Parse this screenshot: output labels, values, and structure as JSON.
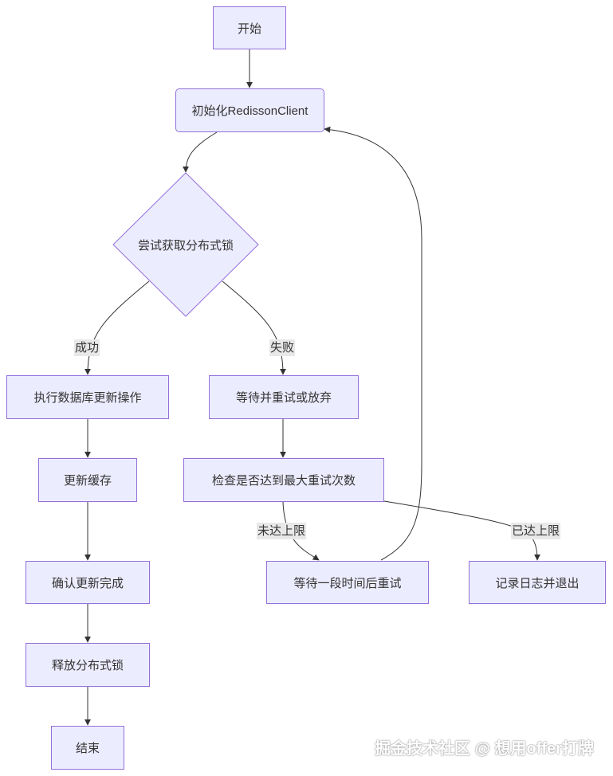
{
  "colors": {
    "node_fill": "#ECECFF",
    "node_border": "#9370DB",
    "edge": "#333333",
    "edge_label_bg": "#E8E8E8"
  },
  "nodes": {
    "start": "开始",
    "init": "初始化RedissonClient",
    "try_lock": "尝试获取分布式锁",
    "exec_db": "执行数据库更新操作",
    "update_cache": "更新缓存",
    "confirm": "确认更新完成",
    "release": "释放分布式锁",
    "end": "结束",
    "wait_retry": "等待并重试或放弃",
    "check_max": "检查是否达到最大重试次数",
    "wait_period": "等待一段时间后重试",
    "log_exit": "记录日志并退出"
  },
  "edge_labels": {
    "success": "成功",
    "fail": "失败",
    "not_reached": "未达上限",
    "reached": "已达上限"
  },
  "watermark": "掘金技术社区 @ 想用offer打牌"
}
